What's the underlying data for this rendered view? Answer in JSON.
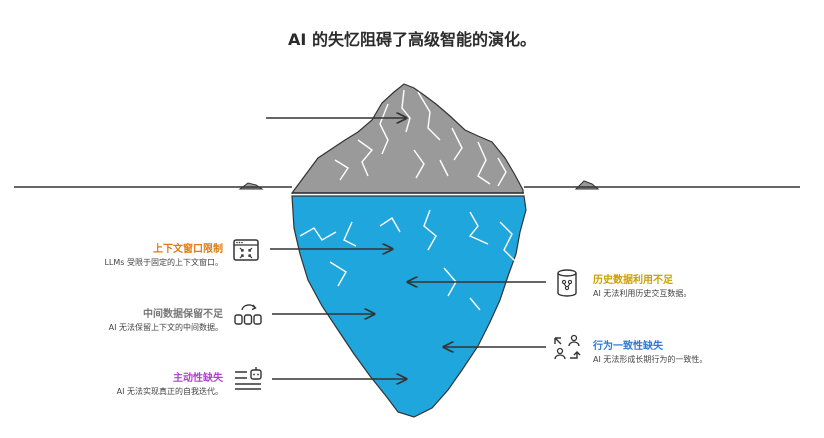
{
  "title": "AI 的失忆阻碍了高级智能的演化。",
  "items": [
    {
      "label": "上下文窗口限制",
      "desc": "LLMs 受限于固定的上下文窗口。",
      "color": "#e07b10",
      "icon": "context-window-icon"
    },
    {
      "label": "中间数据保留不足",
      "desc": "AI 无法保留上下文的中间数据。",
      "color": "#777777",
      "icon": "data-retention-icon"
    },
    {
      "label": "主动性缺失",
      "desc": "AI 无法实现真正的自我迭代。",
      "color": "#b23fcf",
      "icon": "robot-list-icon"
    },
    {
      "label": "历史数据利用不足",
      "desc": "AI 无法利用历史交互数据。",
      "color": "#c9a000",
      "icon": "database-icon"
    },
    {
      "label": "行为一致性缺失",
      "desc": "AI 无法形成长期行为的一致性。",
      "color": "#2f78d4",
      "icon": "users-exchange-icon"
    }
  ],
  "colors": {
    "water": "#1fa6dd",
    "rock": "#9a9a9a",
    "line": "#333333"
  }
}
